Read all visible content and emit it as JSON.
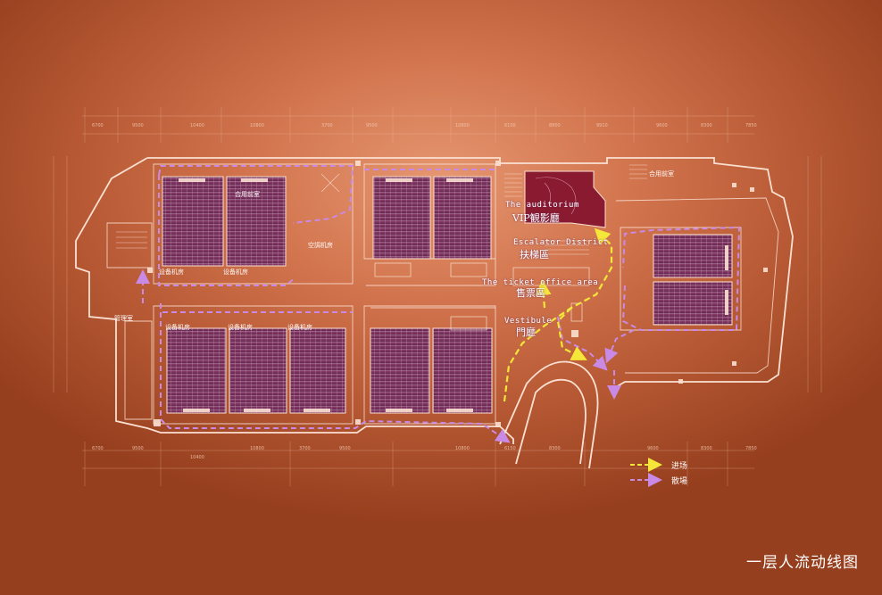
{
  "title": "一层人流动线图",
  "legend": {
    "entry_label": "进场",
    "exit_label": "散場",
    "entry_color": "#f5e63a",
    "exit_color": "#c98ae6"
  },
  "areas": {
    "auditorium_en": "The auditorium",
    "auditorium_cn": "VIP観影廳",
    "escalator_en": "Escalator District",
    "escalator_cn": "扶梯區",
    "ticket_en": "The ticket office area",
    "ticket_cn": "售票區",
    "vestibule_en": "Vestibule",
    "vestibule_cn": "門廳"
  },
  "rooms": {
    "multi_room": "合用前室",
    "aircon_room": "空調机房",
    "equipment_room": "设备机房",
    "multi_room_2": "合用前室",
    "guard_room": "管理室"
  },
  "dimensions": {
    "top": [
      "6700",
      "9500",
      "10400",
      "10800",
      "3700",
      "9500",
      "10800",
      "6100",
      "8800",
      "9910",
      "9600",
      "8300",
      "7850"
    ],
    "bottom": [
      "6700",
      "9500",
      "10400",
      "10800",
      "3700",
      "9500",
      "10800",
      "6150",
      "8300",
      "9600",
      "8300",
      "7850"
    ]
  }
}
